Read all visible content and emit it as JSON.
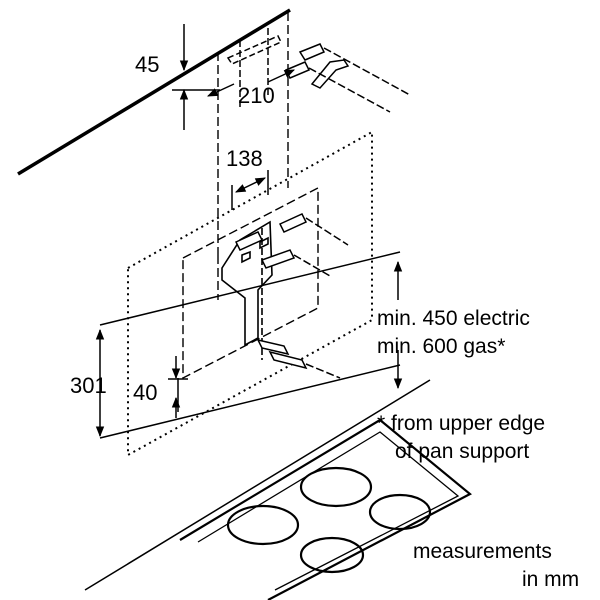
{
  "dimensions": {
    "ceiling_offset": "45",
    "bracket_width": "210",
    "hole_spacing": "138",
    "lower_height": "301",
    "lower_offset": "40"
  },
  "notes": {
    "min_line1": "min. 450 electric",
    "min_line2": "min. 600 gas*",
    "footnote_line1": "* from upper edge",
    "footnote_line2": "of pan support",
    "units_line1": "measurements",
    "units_line2": "in mm"
  },
  "colors": {
    "line": "#000000",
    "background": "#ffffff"
  }
}
